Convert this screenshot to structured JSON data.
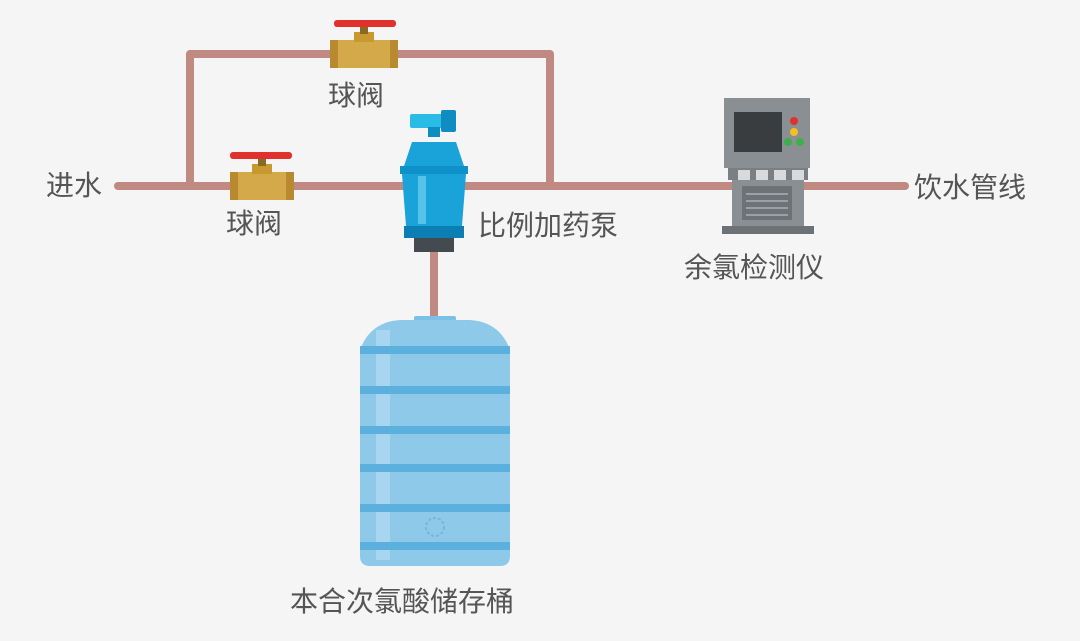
{
  "labels": {
    "inlet": "进水",
    "valve_top": "球阀",
    "valve_bottom": "球阀",
    "pump": "比例加药泵",
    "outlet": "饮水管线",
    "detector": "余氯检测仪",
    "tank": "本合次氯酸储存桶"
  },
  "colors": {
    "background": "#f5f5f5",
    "pipe": "#c08a82",
    "valve_body": "#d4a94a",
    "valve_handle": "#e0312c",
    "pump_body": "#1aa3d9",
    "tank_body": "#8ec9ea",
    "tank_band": "#5bb0de",
    "detector_body": "#8a8f94",
    "detector_screen": "#3a3d40",
    "text": "#555555"
  },
  "icons": [
    "ball-valve-icon",
    "dosing-pump-icon",
    "storage-tank-icon",
    "chlorine-detector-icon"
  ]
}
